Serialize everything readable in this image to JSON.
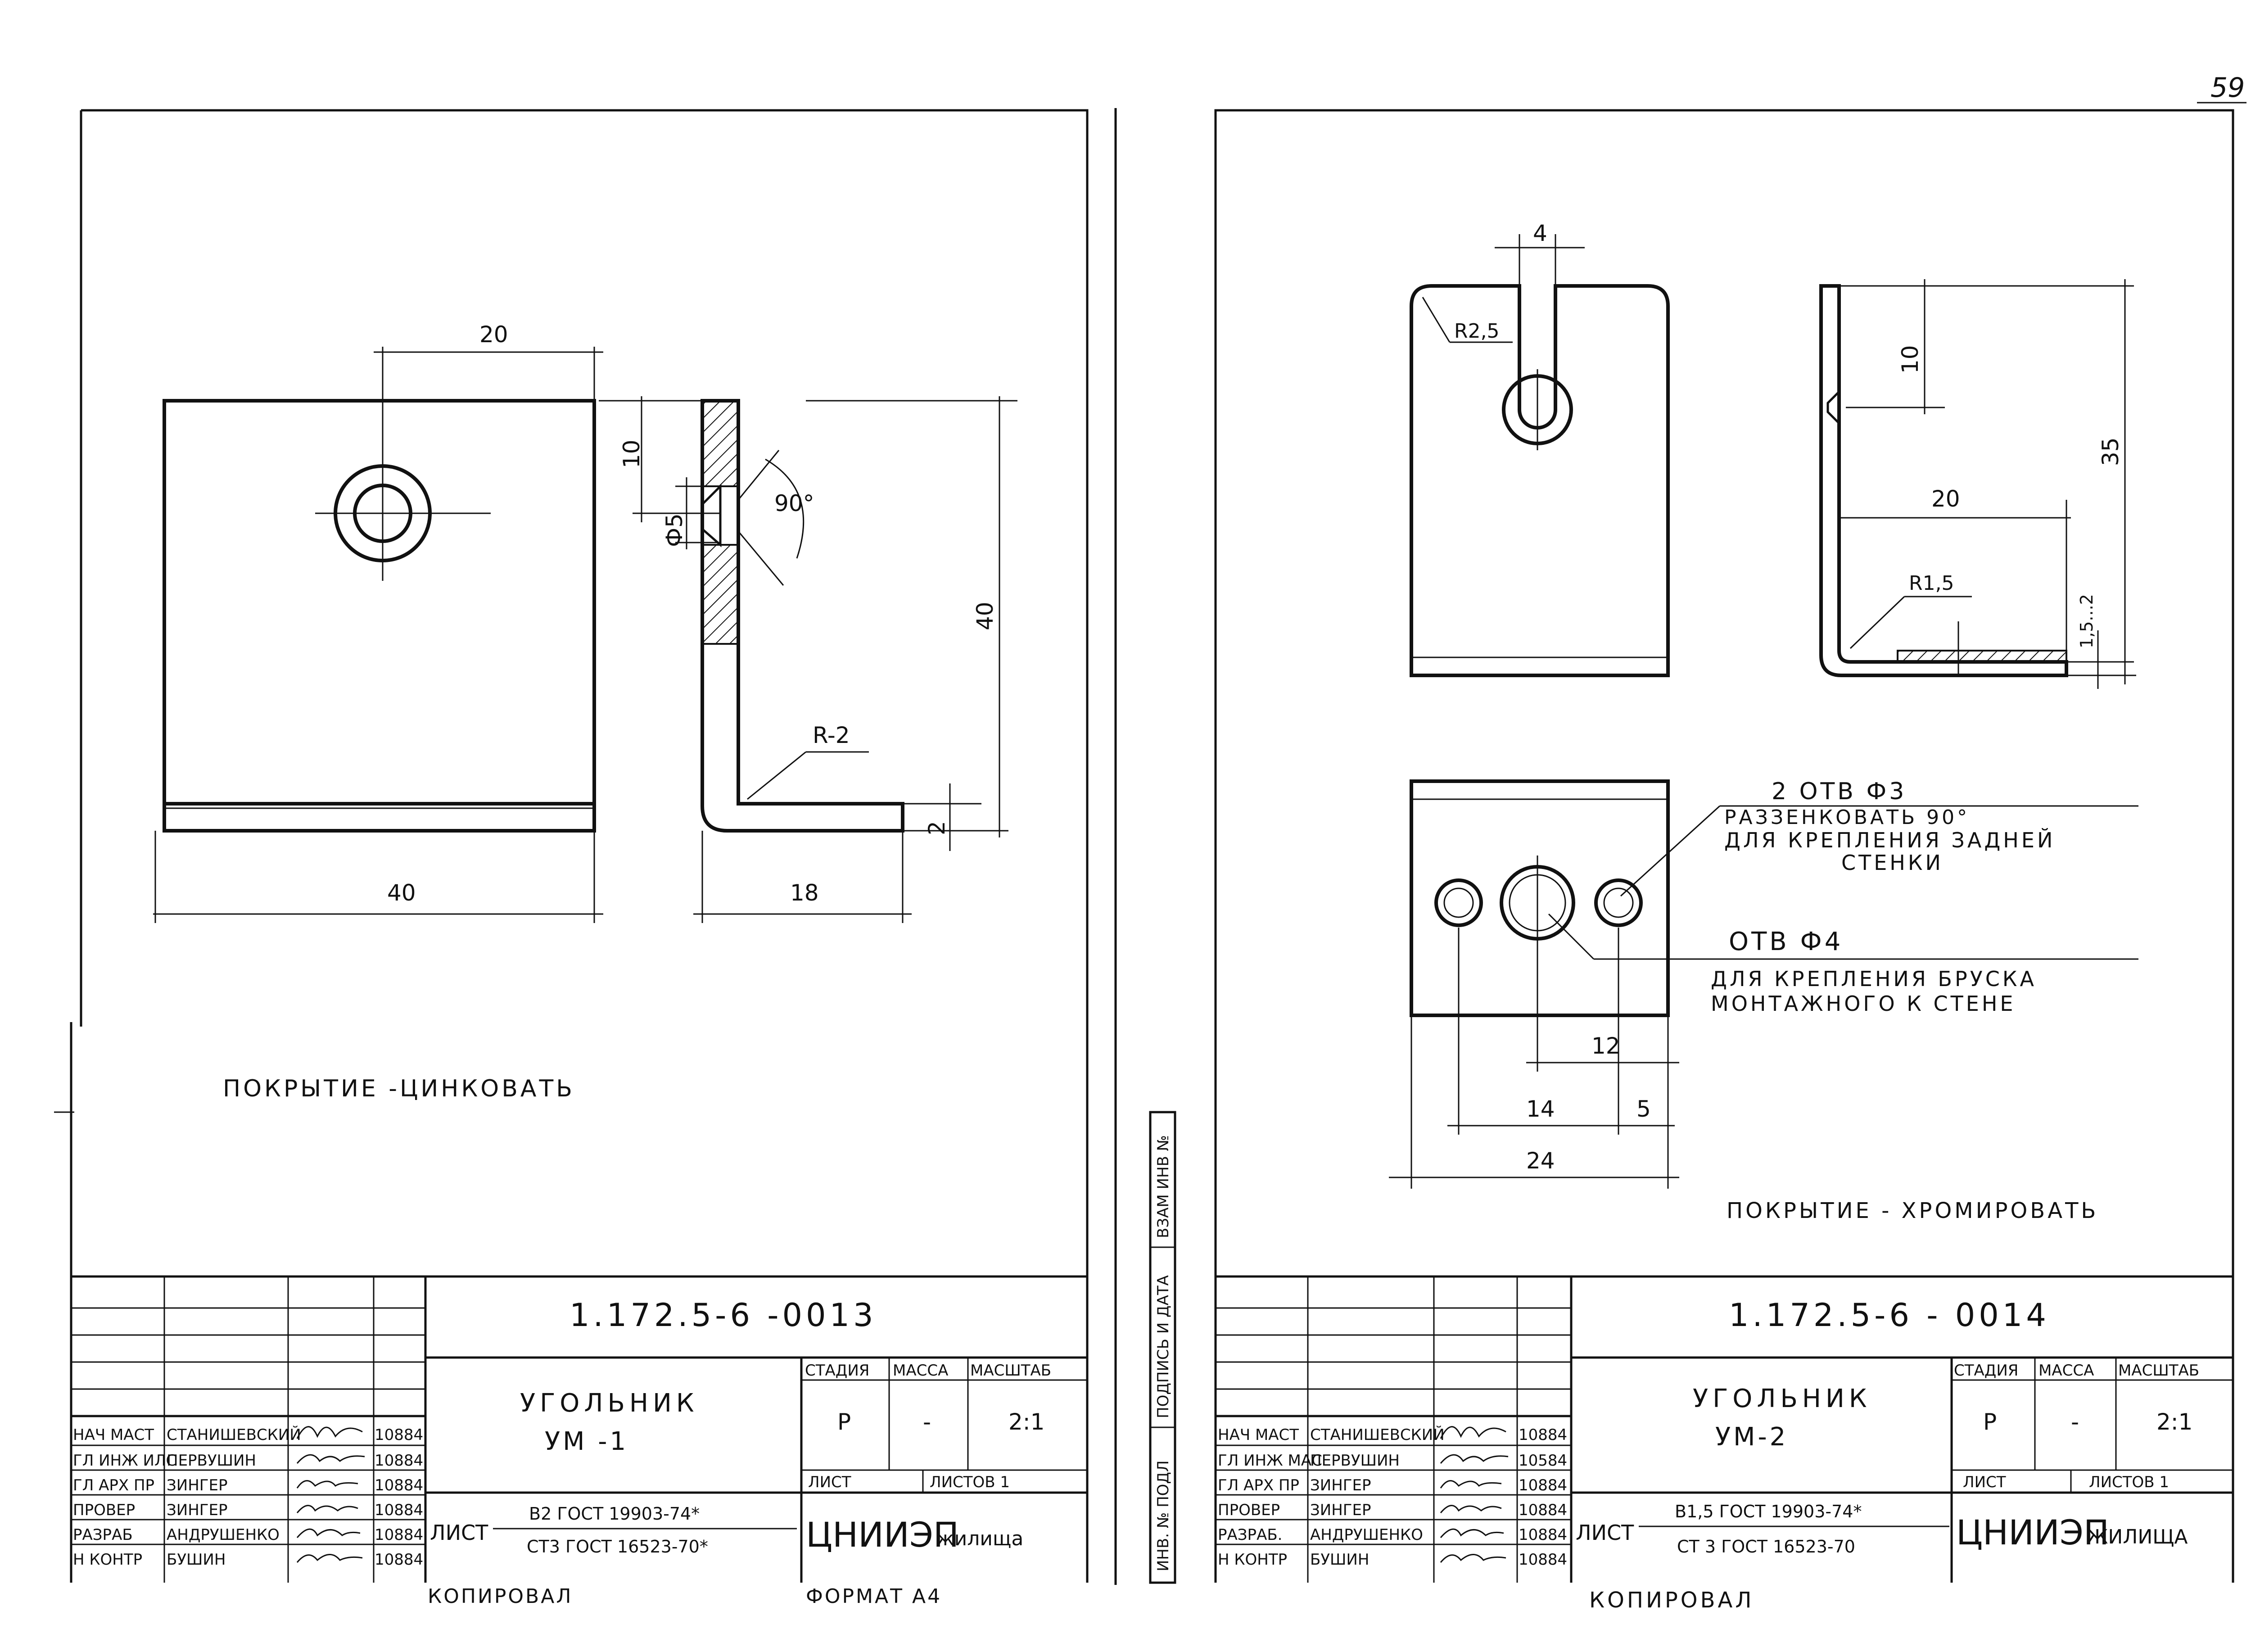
{
  "page_number": "59",
  "left_sheet": {
    "dims": {
      "d20": "20",
      "d10": "10",
      "d5": "Ф5",
      "angle": "90°",
      "d40v": "40",
      "radius": "R-2",
      "d2": "2",
      "d40h": "40",
      "d18": "18"
    },
    "coating": "ПОКРЫТИЕ -ЦИНКОВАТЬ",
    "code": "1.172.5-6 -0013",
    "name_line1": "УГОЛЬНИК",
    "name_line2": "УМ -1",
    "header": {
      "stage": "СТАДИЯ",
      "mass": "МАССА",
      "scale": "МАСШТАБ"
    },
    "values": {
      "stage": "Р",
      "mass": "-",
      "scale": "2:1"
    },
    "sheet": "ЛИСТ",
    "sheets": "ЛИСТОВ 1",
    "material_label": "ЛИСТ",
    "material_top": "В2 ГОСТ 19903-74*",
    "material_bottom": "СТ3 ГОСТ 16523-70*",
    "org": "ЦНИИЭП",
    "org_suffix": "жилища",
    "staff": [
      {
        "role": "НАЧ МАСТ",
        "name": "СТАНИШЕВСКИЙ",
        "num": "10884"
      },
      {
        "role": "ГЛ ИНЖ ИЛС",
        "name": "ПЕРВУШИН",
        "num": "10884"
      },
      {
        "role": "ГЛ АРХ ПР",
        "name": "ЗИНГЕР",
        "num": "10884"
      },
      {
        "role": "ПРОВЕР",
        "name": "ЗИНГЕР",
        "num": "10884"
      },
      {
        "role": "РАЗРАБ",
        "name": "АНДРУШЕНКО",
        "num": "10884"
      },
      {
        "role": "Н КОНТР",
        "name": "БУШИН",
        "num": "10884"
      }
    ],
    "footer_left": "КОПИРОВАЛ",
    "footer_right": "ФОРМАТ А4"
  },
  "right_sheet": {
    "dims": {
      "d4": "4",
      "r25": "R2,5",
      "d10": "10",
      "d35": "35",
      "d20": "20",
      "r15": "R1,5",
      "d15_2": "1,5...2",
      "d12": "12",
      "d14": "14",
      "d5": "5",
      "d24": "24"
    },
    "note1_line1": "2 ОТВ Ф3",
    "note1_line2": "РАЗЗЕНКОВАТЬ 90°",
    "note1_line3": "ДЛЯ КРЕПЛЕНИЯ ЗАДНЕЙ",
    "note1_line4": "СТЕНКИ",
    "note2_line1": "ОТВ Ф4",
    "note2_line2": "ДЛЯ КРЕПЛЕНИЯ БРУСКА",
    "note2_line3": "МОНТАЖНОГО К СТЕНЕ",
    "coating": "ПОКРЫТИЕ - ХРОМИРОВАТЬ",
    "code": "1.172.5-6 - 0014",
    "name_line1": "УГОЛЬНИК",
    "name_line2": "УМ-2",
    "header": {
      "stage": "СТАДИЯ",
      "mass": "МАССА",
      "scale": "МАСШТАБ"
    },
    "values": {
      "stage": "Р",
      "mass": "-",
      "scale": "2:1"
    },
    "sheet": "ЛИСТ",
    "sheets": "ЛИСТОВ 1",
    "material_label": "ЛИСТ",
    "material_top": "В1,5 ГОСТ 19903-74*",
    "material_bottom": "СТ 3 ГОСТ 16523-70",
    "org": "ЦНИИЭП",
    "org_suffix": "ЖИЛИЩА",
    "staff": [
      {
        "role": "НАЧ МАСТ",
        "name": "СТАНИШЕВСКИЙ",
        "num": "10884"
      },
      {
        "role": "ГЛ ИНЖ МАС",
        "name": "ПЕРВУШИН",
        "num": "10584"
      },
      {
        "role": "ГЛ АРХ ПР",
        "name": "ЗИНГЕР",
        "num": "10884"
      },
      {
        "role": "ПРОВЕР",
        "name": "ЗИНГЕР",
        "num": "10884"
      },
      {
        "role": "РАЗРАБ.",
        "name": "АНДРУШЕНКО",
        "num": "10884"
      },
      {
        "role": "Н КОНТР",
        "name": "БУШИН",
        "num": "10884"
      }
    ],
    "side_stamp": {
      "inv_orig": "ИНВ. № ПОДЛ",
      "sign_date": "ПОДПИСЬ И ДАТА",
      "replace_inv": "ВЗАМ ИНВ №"
    },
    "footer_left": "КОПИРОВАЛ"
  }
}
